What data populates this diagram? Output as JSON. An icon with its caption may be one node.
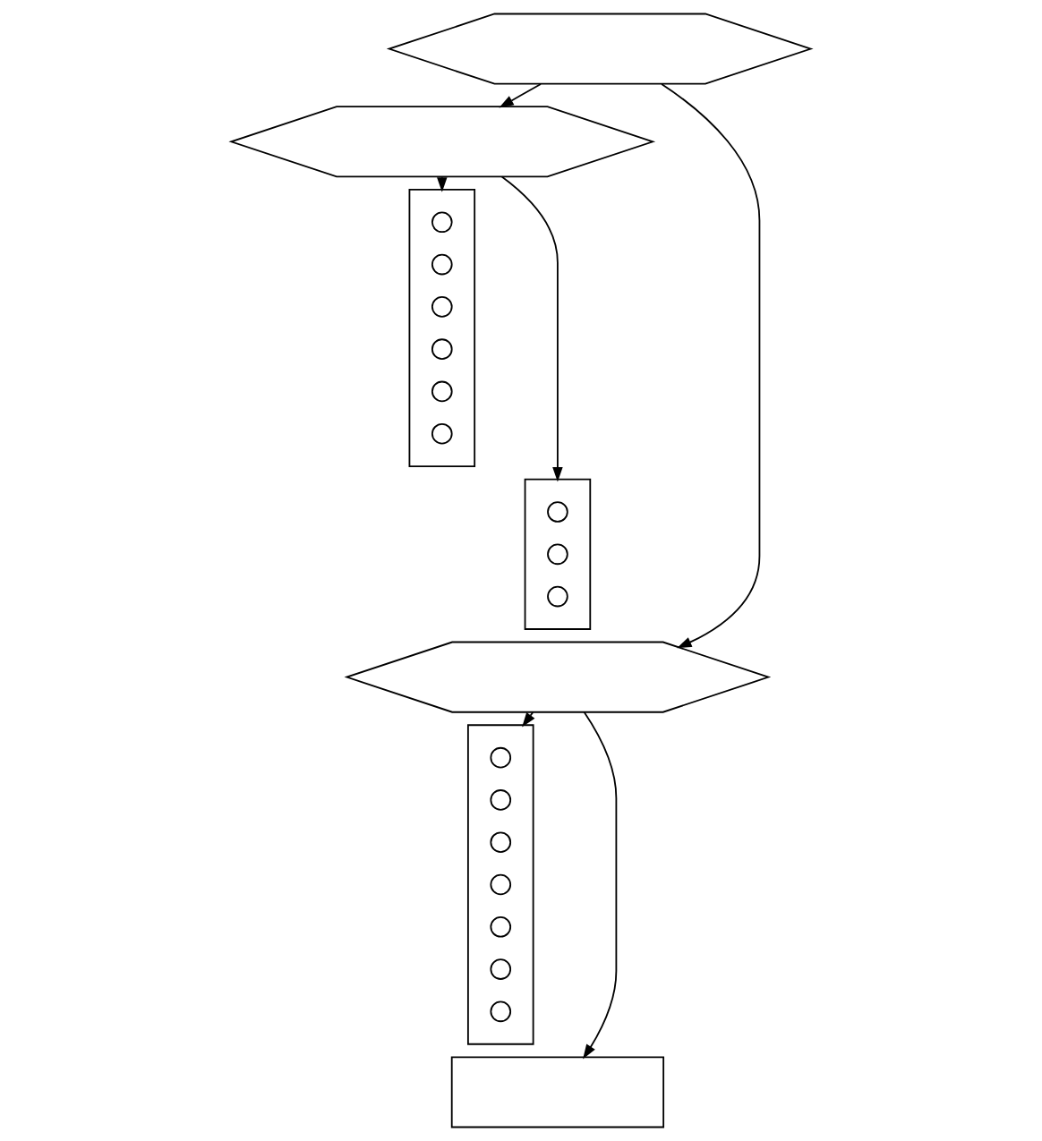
{
  "diagram": {
    "nodes": [
      {
        "text": [],
        "shape": "hexagon"
      },
      {
        "text": [],
        "shape": "hexagon"
      },
      {
        "text": [],
        "shape": "box"
      },
      {
        "text": [],
        "shape": "circle",
        "in": 2
      },
      {
        "text": [],
        "shape": "circle",
        "in": 2
      },
      {
        "text": [],
        "shape": "circle",
        "in": 2
      },
      {
        "text": [],
        "shape": "circle",
        "in": 2
      },
      {
        "text": [],
        "shape": "circle",
        "in": 2
      },
      {
        "text": [],
        "shape": "circle",
        "in": 2
      },
      {
        "text": [],
        "shape": "box"
      },
      {
        "text": [],
        "shape": "circle",
        "in": 9
      },
      {
        "text": [],
        "shape": "circle",
        "in": 9
      },
      {
        "text": [],
        "shape": "circle",
        "in": 9
      },
      {
        "text": [],
        "shape": "hexagon"
      },
      {
        "text": [],
        "shape": "box"
      },
      {
        "text": [],
        "shape": "circle",
        "in": 14
      },
      {
        "text": [],
        "shape": "circle",
        "in": 14
      },
      {
        "text": [],
        "shape": "circle",
        "in": 14
      },
      {
        "text": [],
        "shape": "circle",
        "in": 14
      },
      {
        "text": [],
        "shape": "circle",
        "in": 14
      },
      {
        "text": [],
        "shape": "circle",
        "in": 14
      },
      {
        "text": [],
        "shape": "circle",
        "in": 14
      },
      {
        "text": [],
        "shape": "box"
      }
    ],
    "edges": [
      {
        "from": 0,
        "to": 1,
        "arrow": "to"
      },
      {
        "from": 0,
        "to": 13,
        "arrow": "to"
      },
      {
        "from": 1,
        "to": 2,
        "arrow": "to"
      },
      {
        "from": 1,
        "to": 9,
        "arrow": "to"
      },
      {
        "from": 13,
        "to": 14,
        "arrow": "to"
      },
      {
        "from": 13,
        "to": 22,
        "arrow": "to"
      }
    ]
  }
}
